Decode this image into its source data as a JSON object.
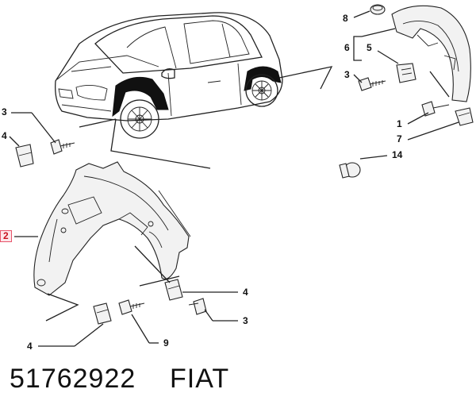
{
  "diagram": {
    "callouts": [
      {
        "id": "c8",
        "label": "8"
      },
      {
        "id": "c6",
        "label": "6"
      },
      {
        "id": "c5",
        "label": "5"
      },
      {
        "id": "c3a",
        "label": "3"
      },
      {
        "id": "c1",
        "label": "1"
      },
      {
        "id": "c7",
        "label": "7"
      },
      {
        "id": "c14",
        "label": "14"
      },
      {
        "id": "c3b",
        "label": "3"
      },
      {
        "id": "c4a",
        "label": "4"
      },
      {
        "id": "c2",
        "label": "2"
      },
      {
        "id": "c4b",
        "label": "4"
      },
      {
        "id": "c3c",
        "label": "3"
      },
      {
        "id": "c4c",
        "label": "4"
      },
      {
        "id": "c9",
        "label": "9"
      }
    ]
  },
  "footer": {
    "part_number": "51762922",
    "brand": "FIAT"
  }
}
